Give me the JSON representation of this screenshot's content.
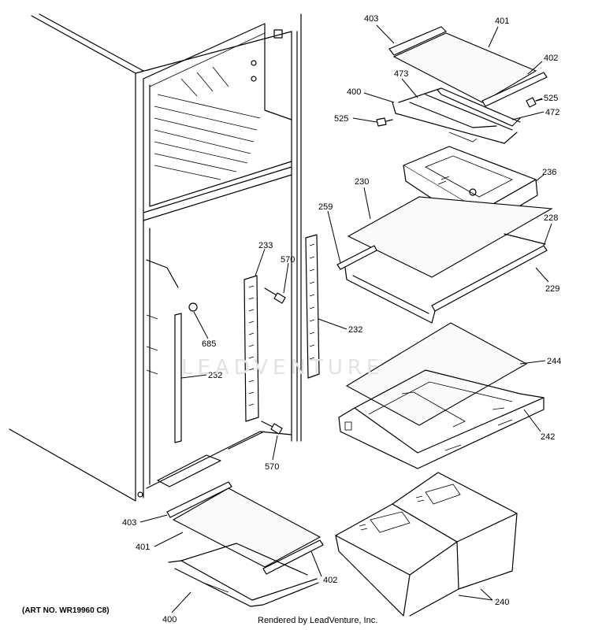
{
  "art_number": "(ART NO. WR19960 C8)",
  "rendered_by": "Rendered by LeadVenture, Inc.",
  "watermark": "LEADVENTURE",
  "callouts": [
    {
      "id": "403-top",
      "text": "403"
    },
    {
      "id": "401-top",
      "text": "401"
    },
    {
      "id": "402-top",
      "text": "402"
    },
    {
      "id": "473",
      "text": "473"
    },
    {
      "id": "400-top",
      "text": "400"
    },
    {
      "id": "525-right",
      "text": "525"
    },
    {
      "id": "525-left",
      "text": "525"
    },
    {
      "id": "472",
      "text": "472"
    },
    {
      "id": "236",
      "text": "236"
    },
    {
      "id": "230",
      "text": "230"
    },
    {
      "id": "228",
      "text": "228"
    },
    {
      "id": "259",
      "text": "259"
    },
    {
      "id": "233",
      "text": "233"
    },
    {
      "id": "570-top",
      "text": "570"
    },
    {
      "id": "229",
      "text": "229"
    },
    {
      "id": "232-right",
      "text": "232"
    },
    {
      "id": "685",
      "text": "685"
    },
    {
      "id": "244",
      "text": "244"
    },
    {
      "id": "232-left",
      "text": "232"
    },
    {
      "id": "242",
      "text": "242"
    },
    {
      "id": "570-bottom",
      "text": "570"
    },
    {
      "id": "403-bottom",
      "text": "403"
    },
    {
      "id": "401-bottom",
      "text": "401"
    },
    {
      "id": "402-bottom",
      "text": "402"
    },
    {
      "id": "400-bottom",
      "text": "400"
    },
    {
      "id": "240",
      "text": "240"
    }
  ]
}
